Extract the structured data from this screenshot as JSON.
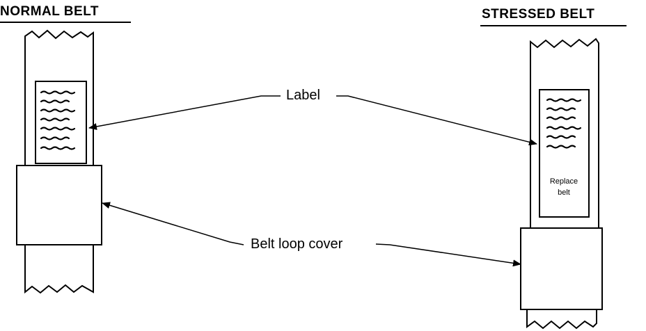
{
  "titles": {
    "normal": "NORMAL BELT",
    "stressed": "STRESSED BELT"
  },
  "callouts": {
    "label": "Label",
    "belt_loop_cover": "Belt loop cover"
  },
  "stressed_label_text": {
    "line1": "Replace",
    "line2": "belt"
  }
}
